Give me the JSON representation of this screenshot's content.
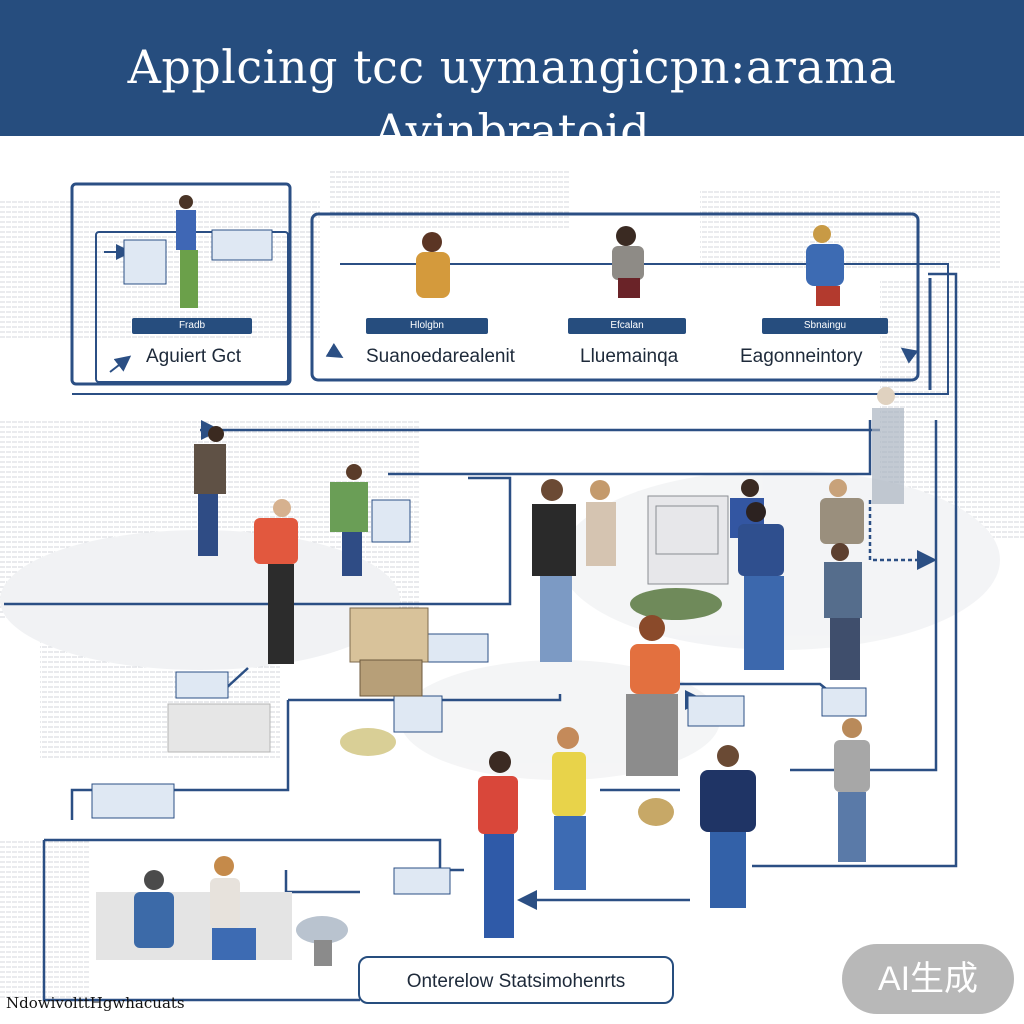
{
  "header": {
    "title_line1": "Applcing tcc uymangicpn:arama",
    "title_line2": "Avinbratoid"
  },
  "top_panel": {
    "left_card": {
      "chip": "Fradb",
      "label": "Aguiert Gct"
    },
    "cards": [
      {
        "chip": "Hlolgbn",
        "label": "Suanoedarealenit"
      },
      {
        "chip": "Efcalan",
        "label": "Lluemainqa"
      },
      {
        "chip": "Sbnaingu",
        "label": "Eagonneintory"
      }
    ]
  },
  "footer": {
    "box_label": "Onterelow Statsimohenrts",
    "caption": "NdowivolttHgwhacuats"
  },
  "watermark": "AI生成",
  "colors": {
    "navy": "#264d7e",
    "line": "#2b4f84",
    "text": "#1e2a3a"
  }
}
